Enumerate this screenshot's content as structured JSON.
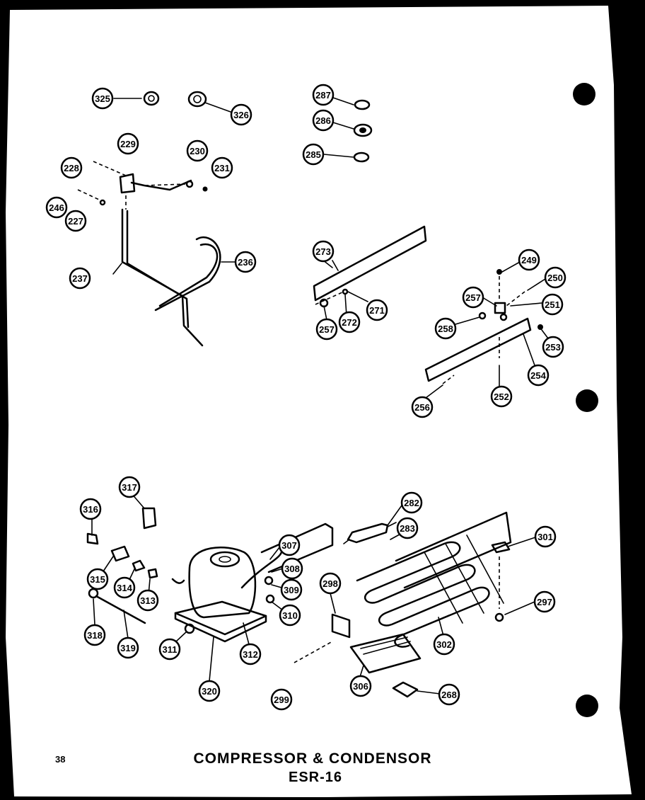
{
  "title": "COMPRESSOR & CONDENSOR",
  "subtitle": "ESR-16",
  "page_number": "38",
  "callouts": [
    "325",
    "326",
    "287",
    "286",
    "285",
    "229",
    "228",
    "230",
    "231",
    "246",
    "227",
    "236",
    "237",
    "273",
    "271",
    "257",
    "272",
    "249",
    "250",
    "257",
    "251",
    "258",
    "253",
    "254",
    "256",
    "252",
    "317",
    "316",
    "282",
    "283",
    "301",
    "307",
    "308",
    "309",
    "310",
    "315",
    "314",
    "313",
    "298",
    "318",
    "319",
    "311",
    "312",
    "297",
    "302",
    "320",
    "299",
    "306",
    "268"
  ],
  "colors": {
    "paper": "#ffffff",
    "ink": "#000000",
    "scan_border": "#000000"
  }
}
